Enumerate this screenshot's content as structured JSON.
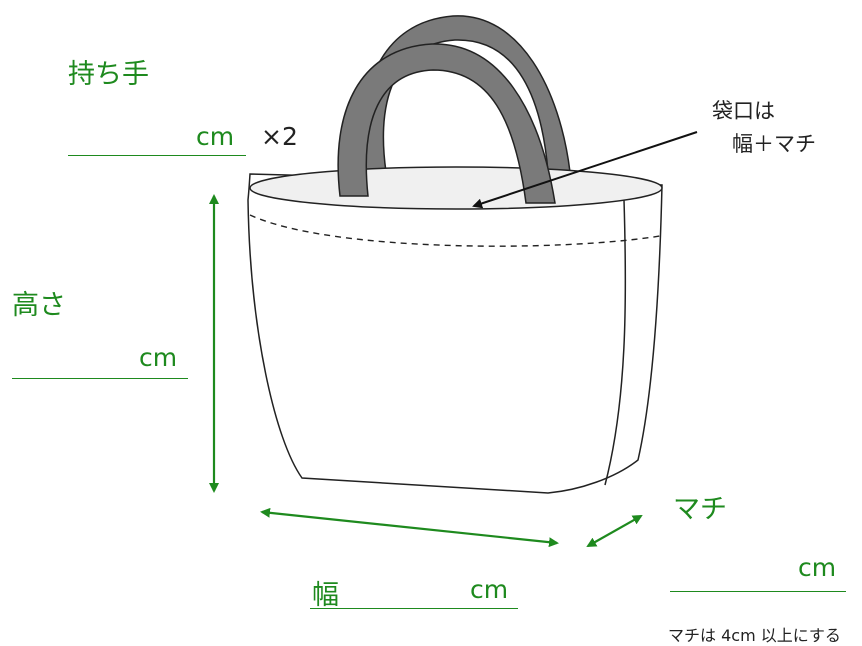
{
  "labels": {
    "handle": "持ち手",
    "handle_unit": "cm",
    "handle_count": "×2",
    "height": "高さ",
    "height_unit": "cm",
    "width": "幅",
    "width_unit": "cm",
    "gusset": "マチ",
    "gusset_unit": "cm",
    "opening_line1": "袋口は",
    "opening_line2": "幅＋マチ",
    "gusset_note": "マチは 4cm 以上にする"
  },
  "colors": {
    "accent": "#1e8a1e",
    "handle_fill": "#7a7a7a",
    "outline": "#222222",
    "bag_fill": "#ffffff",
    "inner_fill": "#f0f0f0"
  }
}
